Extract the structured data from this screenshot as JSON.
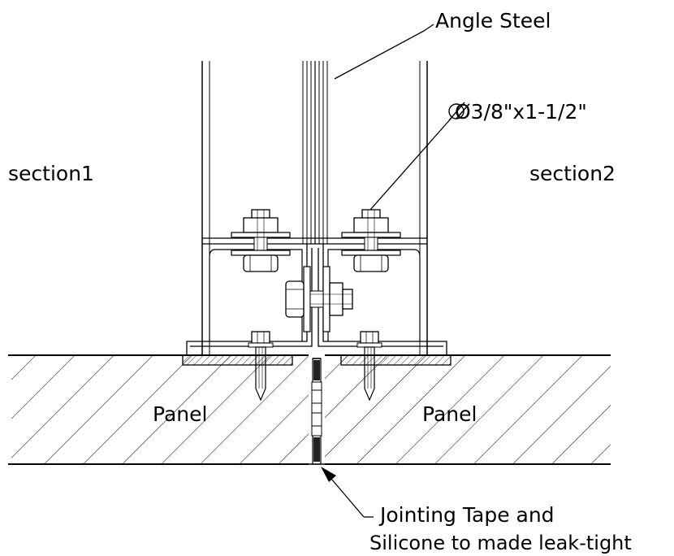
{
  "labels": {
    "angle_steel": "Angle Steel",
    "bolt_spec": "Ø3/8\"x1-1/2\"",
    "section_left": "section1",
    "section_right": "section2",
    "panel_left": "Panel",
    "panel_right": "Panel",
    "note_line1": "Jointing Tape and",
    "note_line2": "Silicone to made leak-tight"
  },
  "colors": {
    "ink": "#000000",
    "background": "#ffffff"
  }
}
